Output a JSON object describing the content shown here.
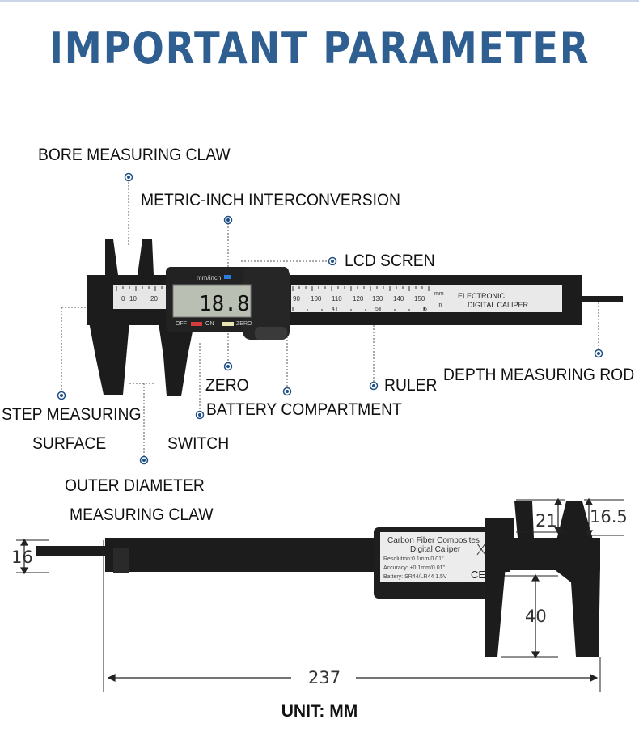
{
  "title": "IMPORTANT PARAMETER",
  "labels": {
    "bore": "BORE MEASURING CLAW",
    "metric": "METRIC-INCH INTERCONVERSION",
    "lcd": "LCD SCREN",
    "zero": "ZERO",
    "ruler": "RULER",
    "depth": "DEPTH MEASURING ROD",
    "step1": "STEP MEASURING",
    "step2": "SURFACE",
    "battery": "BATTERY COMPARTMENT",
    "switch": "SWITCH",
    "outer1": "OUTER DIAMETER",
    "outer2": "MEASURING CLAW"
  },
  "caliper_top": {
    "lcd_reading": "18.8",
    "lcd_unit": "mm/inch",
    "btn_off": "OFF",
    "btn_on": "ON",
    "btn_zero": "ZERO",
    "scale_left": [
      "0",
      "10",
      "20"
    ],
    "scale_right": [
      "90",
      "100",
      "110",
      "120",
      "130",
      "140",
      "150"
    ],
    "inch_marks": [
      "4",
      "5",
      "6"
    ],
    "unit_mm": "mm",
    "unit_in": "in",
    "brand1": "ELECTRONIC",
    "brand2": "DIGITAL CALIPER"
  },
  "caliper_bottom": {
    "name1": "Carbon Fiber Composites",
    "name2": "Digital Caliper",
    "spec1": "Resolution:0.1mm/0.01\"",
    "spec2": "Accuracy: ±0.1mm/0.01\"",
    "spec3": "Battery: SR44/LR44 1.5V",
    "ce": "CE"
  },
  "dimensions": {
    "rod": "16",
    "jaw_gap": "21",
    "jaw_width": "16.5",
    "jaw_depth": "40",
    "length": "237"
  },
  "unit": "UNIT: MM",
  "colors": {
    "title": "#2f5f91",
    "caliper_body": "#1a1a1a",
    "scale": "#e8e8e8",
    "lcd": "#b9c0b3",
    "dot": "#1f4f86"
  }
}
